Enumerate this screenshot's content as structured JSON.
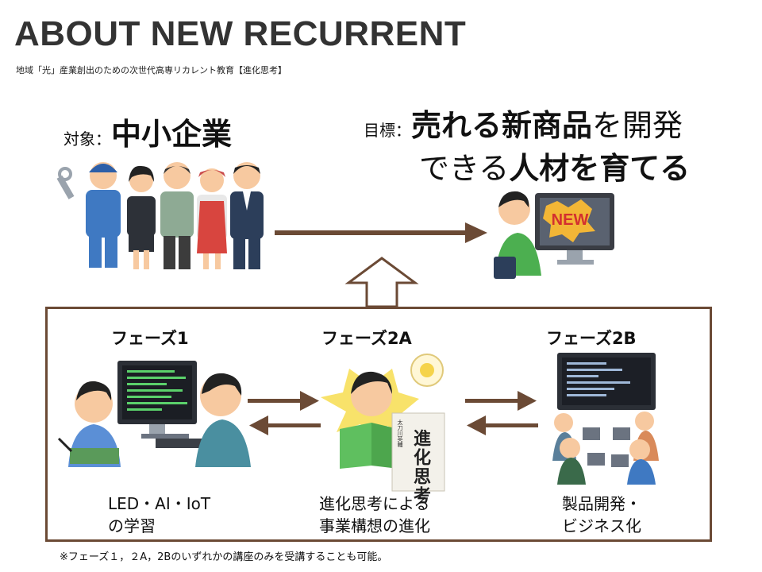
{
  "header": {
    "title": "ABOUT NEW RECURRENT",
    "subtitle": "地域「光」産業創出のための次世代高専リカレント教育【進化思考】"
  },
  "target": {
    "label": "対象：",
    "value": "中小企業"
  },
  "goal": {
    "label": "目標：",
    "line1_bold": "売れる新商品",
    "line1_normal": "を開発",
    "line2_normal1": "できる",
    "line2_bold": "人材を育てる"
  },
  "new_badge": "NEW",
  "book": {
    "title": "進化思考",
    "author": "太刀川英輔"
  },
  "phases": [
    {
      "title": "フェーズ1",
      "caption_line1": "LED・AI・IoT",
      "caption_line2": "の学習"
    },
    {
      "title": "フェーズ2A",
      "caption_line1": "進化思考による",
      "caption_line2": "事業構想の進化"
    },
    {
      "title": "フェーズ2B",
      "caption_line1": "製品開発・",
      "caption_line2": "ビジネス化"
    }
  ],
  "footnote": "※フェーズ１，２A，2Bのいずれかの講座のみを受講することも可能。",
  "colors": {
    "arrow": "#6b4a35",
    "title_gray": "#333333"
  }
}
